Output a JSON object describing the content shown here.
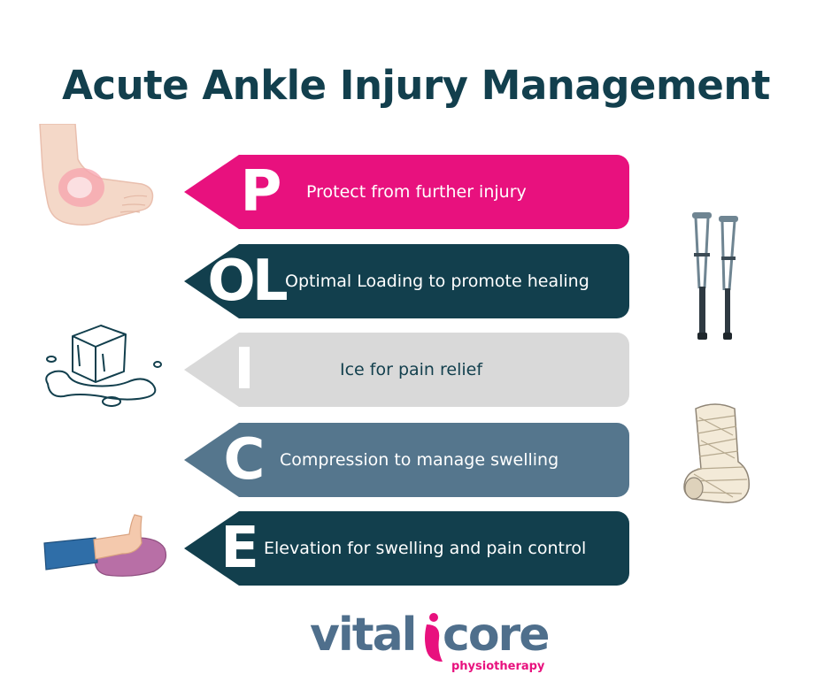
{
  "title": "Acute Ankle Injury Management",
  "rows": [
    {
      "letter": "P",
      "text": "Protect from further injury",
      "color": "#e8117e",
      "text_color": "#ffffff"
    },
    {
      "letter": "OL",
      "text": "Optimal Loading to promote healing",
      "color": "#123f4d",
      "text_color": "#ffffff"
    },
    {
      "letter": "I",
      "text": "Ice for pain relief",
      "color": "#d9d9d9",
      "text_color": "#123f4d"
    },
    {
      "letter": "C",
      "text": "Compression to manage swelling",
      "color": "#55768d",
      "text_color": "#ffffff"
    },
    {
      "letter": "E",
      "text": "Elevation for swelling and pain control",
      "color": "#123f4d",
      "text_color": "#ffffff"
    }
  ],
  "illustrations": [
    "swollen-ankle-icon",
    "crutches-icon",
    "ice-cube-icon",
    "bandage-cast-icon",
    "elevated-leg-icon"
  ],
  "logo": {
    "word_left": "vital",
    "word_right": "core",
    "sub": "physiotherapy",
    "brand_blue": "#4f6f8c",
    "brand_pink": "#e8117e"
  }
}
